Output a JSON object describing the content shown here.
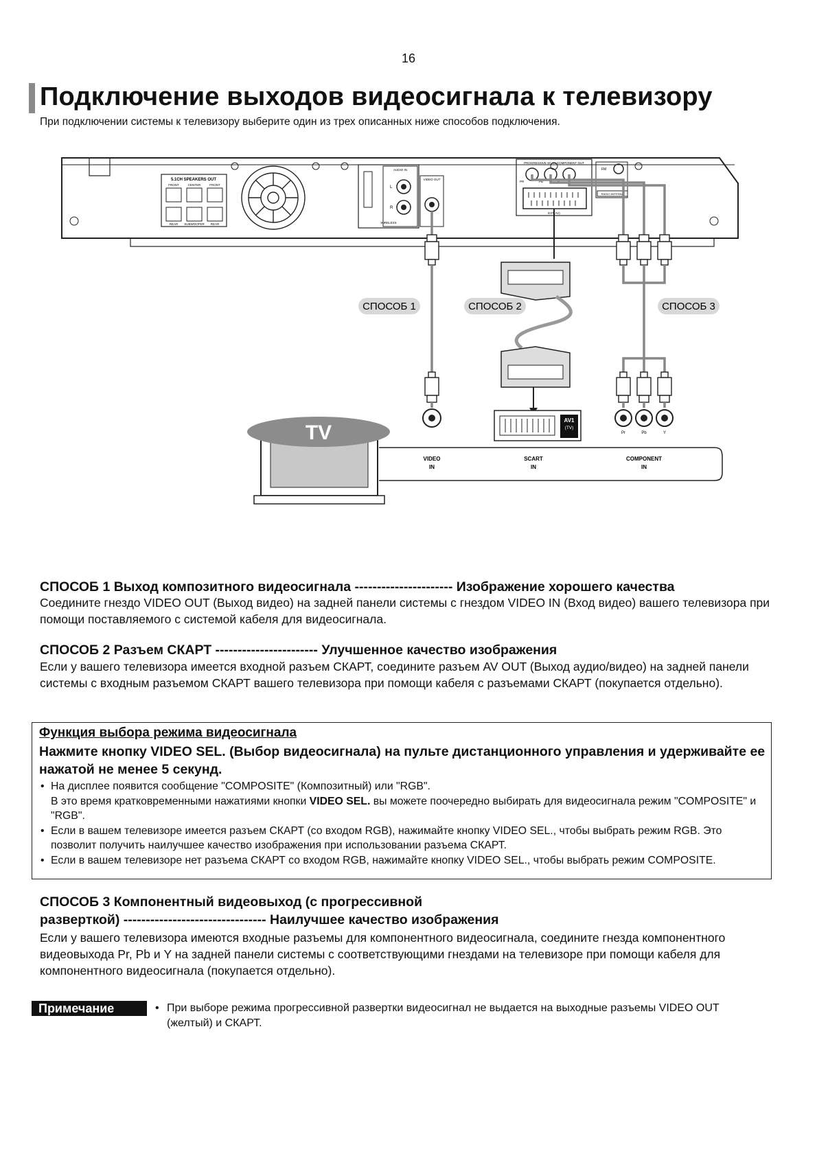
{
  "page_number": "16",
  "title": "Подключение выходов видеосигнала к телевизору",
  "subtitle": "При подключении системы к телевизору выберите один из трех описанных ниже способов подключения.",
  "diagram": {
    "speakers_label": "5.1CH SPEAKERS OUT",
    "speaker_ports": [
      "FRONT",
      "CENTER",
      "FRONT",
      "REAR",
      "SUBWOOFER",
      "REAR"
    ],
    "audio_in": "AUDIO IN",
    "audio_l": "L",
    "audio_r": "R",
    "video_out": "VIDEO OUT",
    "wireless": "WIRELESS",
    "component_out": "PROGRESSIVE SCAN COMPONENT OUT",
    "component_ports": [
      "PR",
      "PB",
      "Y"
    ],
    "ext_av": "EXT(AV)",
    "fm": "FM",
    "radio_antenna": "RADIO ANTENNA",
    "method1": "СПОСОБ 1",
    "method2": "СПОСОБ 2",
    "method3": "СПОСОБ 3",
    "tv": "TV",
    "av1": "AV1",
    "av1_sub": "(TV)",
    "video_in_1": "VIDEO",
    "video_in_2": "IN",
    "scart_in_1": "SCART",
    "scart_in_2": "IN",
    "component_in_1": "COMPONENT",
    "component_in_2": "IN",
    "tv_component_labels": [
      "Pr",
      "Pb",
      "Y"
    ]
  },
  "method1": {
    "heading": "СПОСОБ 1 Выход композитного видеосигнала  ---------------------- Изображение хорошего качества",
    "text": "Соедините гнездо VIDEO OUT (Выход видео) на задней панели системы с гнездом VIDEO IN (Вход видео) вашего телевизора при помощи поставляемого с системой кабеля для видеосигнала."
  },
  "method2": {
    "heading": "СПОСОБ 2 Разъем СКАРТ ----------------------- Улучшенное качество изображения",
    "text": "Если у вашего телевизора имеется входной разъем СКАРТ, соедините разъем AV OUT (Выход аудио/видео) на задней панели системы с входным разъемом СКАРТ вашего телевизора при помощи кабеля с разъемами СКАРТ (покупается отдельно)."
  },
  "box": {
    "title": "Функция выбора режима видеосигнала",
    "heading": "Нажмите кнопку VIDEO SEL. (Выбор видеосигнала) на пульте дистанционного управления и удерживайте ее нажатой не менее 5 секунд.",
    "bullet1_line1": "На дисплее появится сообщение \"COMPOSITE\" (Композитный) или \"RGB\".",
    "bullet1_pre": "В это время кратковременными нажатиями кнопки ",
    "bullet1_bold": "VIDEO SEL.",
    "bullet1_post": " вы можете поочередно выбирать для видеосигнала режим \"COMPOSITE\" и \"RGB\".",
    "bullet2": "Если в вашем телевизоре имеется разъем СКАРТ (со входом RGB), нажимайте кнопку VIDEO SEL., чтобы выбрать режим RGB. Это позволит получить наилучшее качество изображения при использовании разъема СКАРТ.",
    "bullet3": "Если в вашем телевизоре нет разъема СКАРТ со входом RGB, нажимайте кнопку VIDEO SEL., чтобы выбрать режим COMPOSITE."
  },
  "method3": {
    "heading_line1": "СПОСОБ 3 Компонентный видеовыход (с прогрессивной",
    "heading_line2": "разверткой)  -------------------------------- Наилучшее качество изображения",
    "text": "Если у вашего телевизора имеются входные разъемы для компонентного видеосигнала, соедините гнезда компонентного видеовыхода Pr, Pb и Y на задней панели системы с соответствующими гнездами на телевизоре при помощи кабеля для компонентного видеосигнала (покупается отдельно)."
  },
  "note": {
    "label": "Примечание",
    "text": "При выборе режима прогрессивной развертки видеосигнал не выдается на выходные разъемы VIDEO OUT (желтый) и СКАРТ."
  }
}
